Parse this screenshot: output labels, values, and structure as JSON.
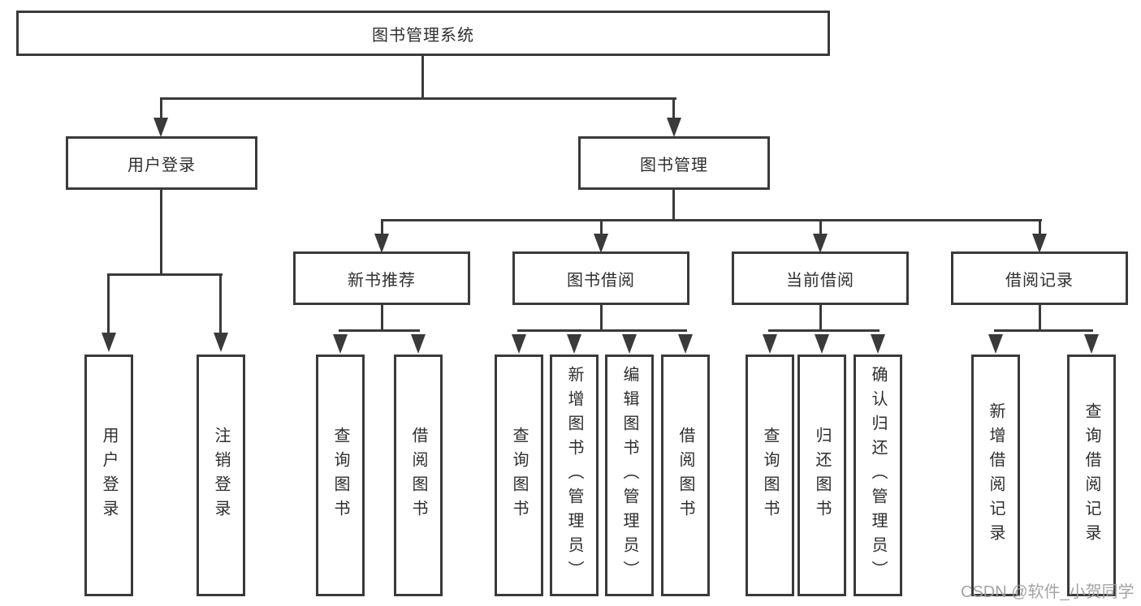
{
  "tree": {
    "root": {
      "label": "图书管理系统",
      "children": {
        "user_login": {
          "label": "用户登录",
          "children": {
            "login": {
              "label": "用户登录"
            },
            "logout": {
              "label": "注销登录"
            }
          }
        },
        "book_mgmt": {
          "label": "图书管理",
          "children": {
            "new_books": {
              "label": "新书推荐",
              "children": {
                "query_books": {
                  "label": "查询图书"
                },
                "borrow_books": {
                  "label": "借阅图书"
                }
              }
            },
            "book_borrow": {
              "label": "图书借阅",
              "children": {
                "query_books": {
                  "label": "查询图书"
                },
                "add_books": {
                  "label": "新增图书（管理员）"
                },
                "edit_books": {
                  "label": "编辑图书（管理员）"
                },
                "borrow_books": {
                  "label": "借阅图书"
                }
              }
            },
            "current_borrow": {
              "label": "当前借阅",
              "children": {
                "query_books": {
                  "label": "查询图书"
                },
                "return_books": {
                  "label": "归还图书"
                },
                "confirm_return": {
                  "label": "确认归还（管理员）"
                }
              }
            },
            "borrow_records": {
              "label": "借阅记录",
              "children": {
                "add_record": {
                  "label": "新增借阅记录"
                },
                "query_record": {
                  "label": "查询借阅记录"
                }
              }
            }
          }
        }
      }
    }
  },
  "watermark": {
    "text": "CSDN @软件_小贺同学"
  },
  "colors": {
    "line": "#3a3a3a",
    "background": "#ffffff",
    "watermark": "#9e9e9e",
    "text": "#2e2e2e"
  }
}
